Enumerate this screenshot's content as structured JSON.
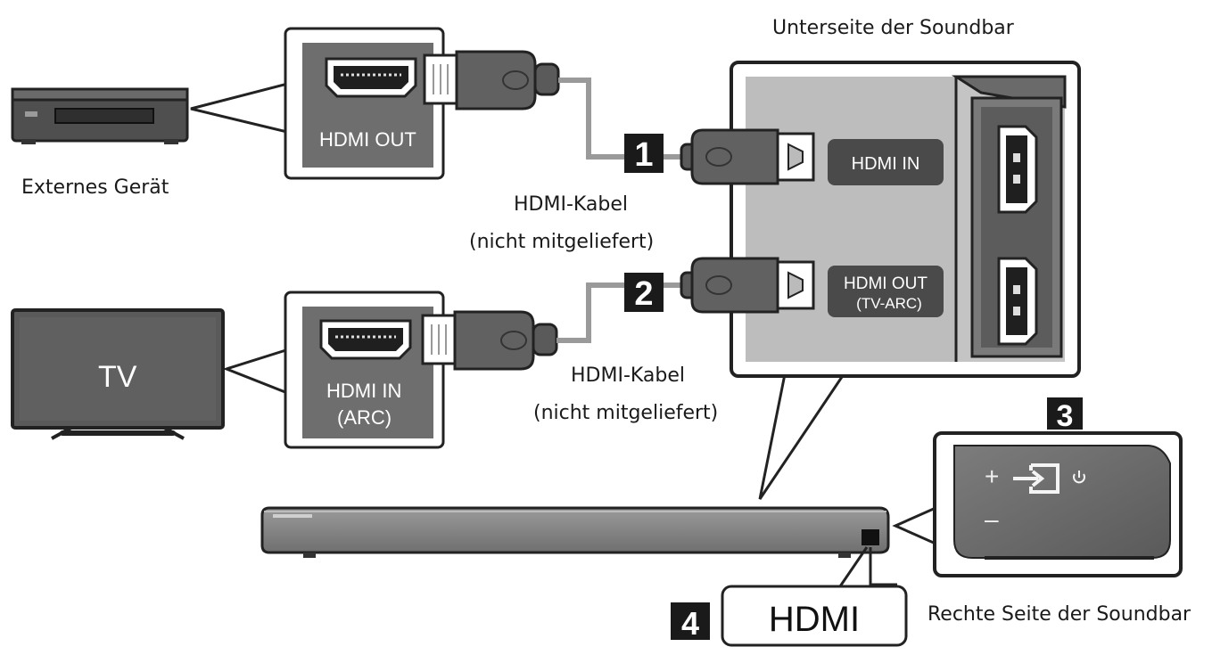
{
  "labels": {
    "underside_title": "Unterseite der Soundbar",
    "external_device": "Externes Gerät",
    "right_side": "Rechte Seite der Soundbar",
    "cable1_line1": "HDMI-Kabel",
    "cable1_line2": "(nicht mitgeliefert)",
    "cable2_line1": "HDMI-Kabel",
    "cable2_line2": "(nicht mitgeliefert)"
  },
  "ports": {
    "device_out": "HDMI OUT",
    "tv_in_line1": "HDMI IN",
    "tv_in_line2": "(ARC)",
    "soundbar_in": "HDMI IN",
    "soundbar_out_line1": "HDMI OUT",
    "soundbar_out_line2": "(TV-ARC)",
    "soundbar_side": "HDMI"
  },
  "tv_label": "TV",
  "steps": [
    "1",
    "2",
    "3",
    "4"
  ],
  "panel_symbols": {
    "plus": "+",
    "minus": "–"
  },
  "colors": {
    "port_panel_gray": "#6e6e6e",
    "soundbar_gray": "#8a8a8a",
    "label_box": "#4a4a4a",
    "badge_black": "#1a1a1a"
  }
}
